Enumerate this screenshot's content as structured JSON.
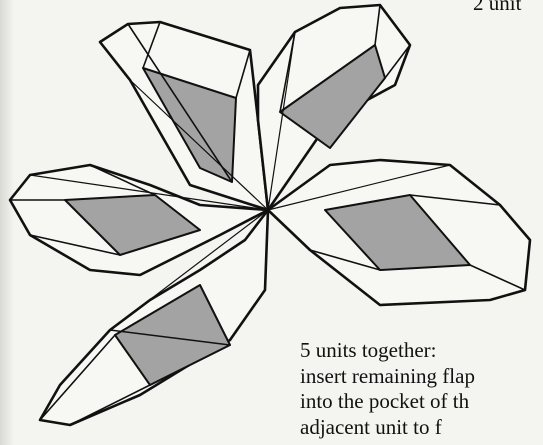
{
  "header": {
    "partial_text": "2 unit"
  },
  "figure": {
    "illustration": "origami-star-diagram-icon",
    "module_count": 5,
    "colors": {
      "outline": "#111111",
      "paper": "#f7f7f4",
      "shade": "#a3a3a3"
    }
  },
  "caption": {
    "lines": [
      "5 units together:",
      "insert remaining flap",
      "into the pocket of th",
      "adjacent unit to f"
    ]
  }
}
